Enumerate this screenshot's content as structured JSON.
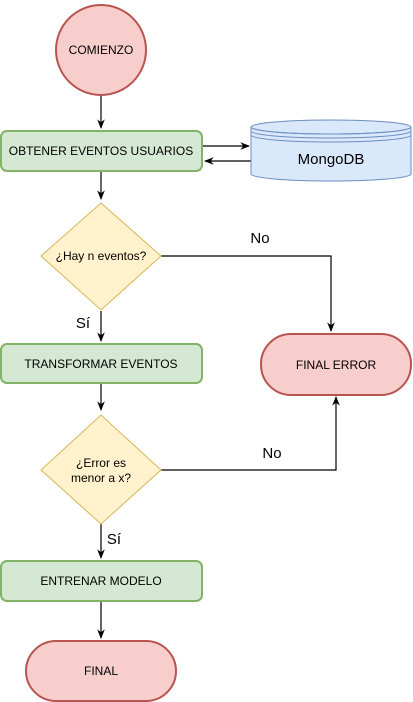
{
  "nodes": {
    "start": {
      "label": "COMIENZO",
      "fill": "#f8cecc",
      "stroke": "#b85450"
    },
    "get_events": {
      "label": "OBTENER EVENTOS USUARIOS",
      "fill": "#d5e8d4",
      "stroke": "#82b366"
    },
    "mongodb": {
      "label": "MongoDB",
      "fill": "#dae8fc",
      "stroke": "#6c8ebf"
    },
    "has_events": {
      "label": "¿Hay n eventos?",
      "fill": "#fff2cc",
      "stroke": "#d6b656"
    },
    "transform": {
      "label": "TRANSFORMAR EVENTOS",
      "fill": "#d5e8d4",
      "stroke": "#82b366"
    },
    "final_error": {
      "label": "FINAL ERROR",
      "fill": "#f8cecc",
      "stroke": "#b85450"
    },
    "error_check": {
      "label_line1": "¿Error es",
      "label_line2": "menor a x?",
      "fill": "#fff2cc",
      "stroke": "#d6b656"
    },
    "train": {
      "label": "ENTRENAR MODELO",
      "fill": "#d5e8d4",
      "stroke": "#82b366"
    },
    "final": {
      "label": "FINAL",
      "fill": "#f8cecc",
      "stroke": "#b85450"
    }
  },
  "edges": {
    "has_events_no": "No",
    "has_events_yes": "Sí",
    "error_no": "No",
    "error_yes": "Sí"
  }
}
